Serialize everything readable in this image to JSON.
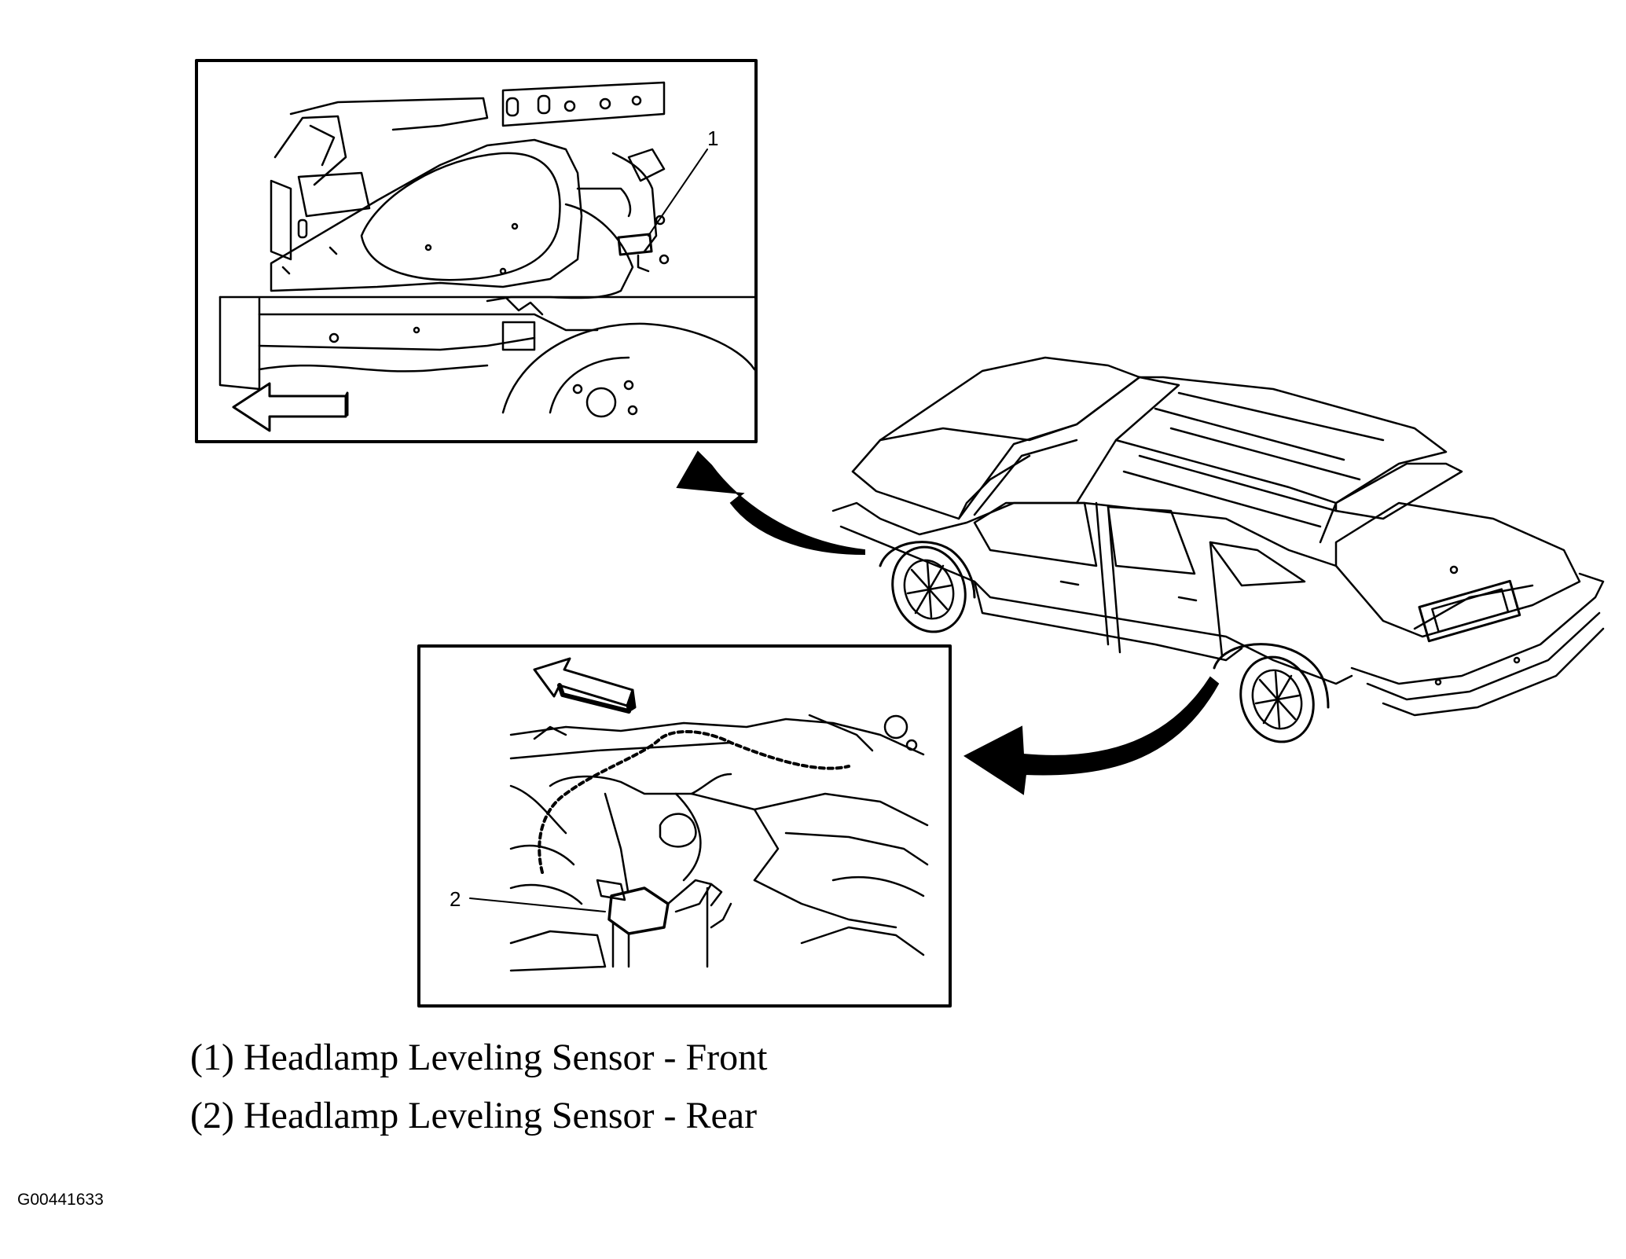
{
  "callouts": {
    "front": "1",
    "rear": "2"
  },
  "legend": [
    "(1) Headlamp Leveling Sensor - Front",
    "(2) Headlamp Leveling Sensor - Rear"
  ],
  "figure_id": "G00441633",
  "icons": {
    "direction_front_panel": "arrow-left-outline-icon",
    "direction_rear_panel": "arrow-up-left-3d-icon",
    "pointer_front": "curved-arrow-icon",
    "pointer_rear": "curved-arrow-icon"
  }
}
